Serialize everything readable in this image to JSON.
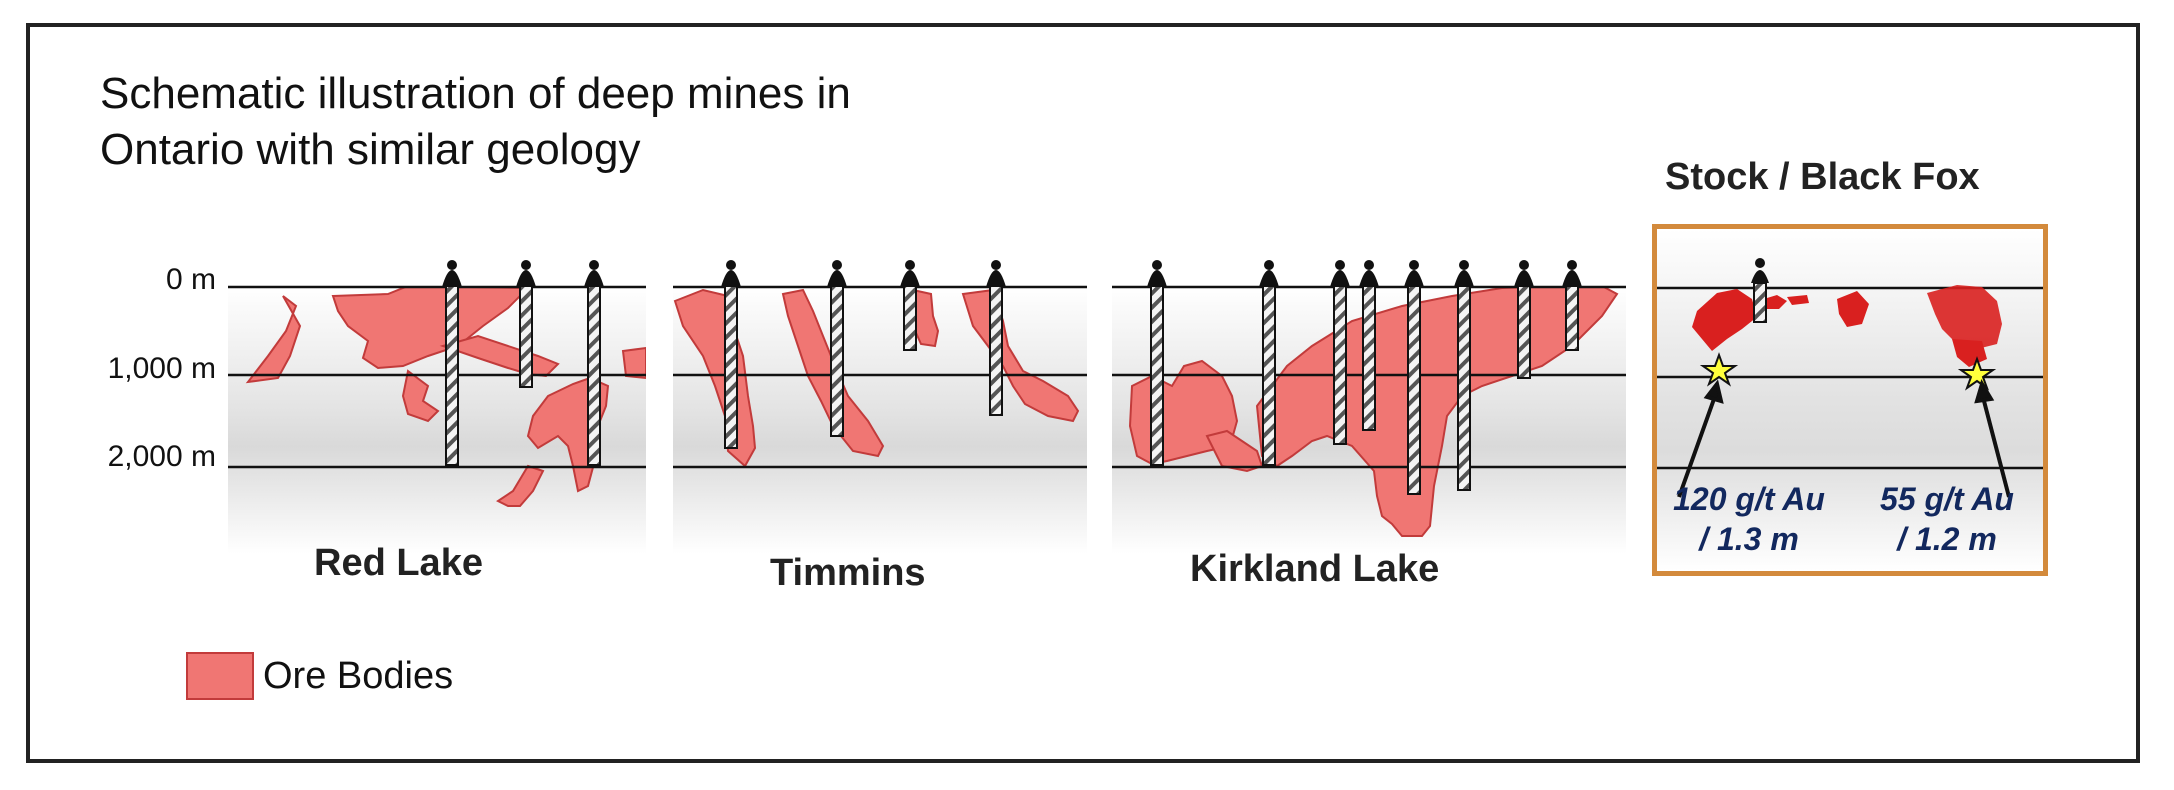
{
  "title_lines": [
    "Schematic illustration of deep mines in",
    "Ontario with similar geology"
  ],
  "depth_labels": [
    "0 m",
    "1,000 m",
    "2,000 m"
  ],
  "mines": [
    {
      "name": "Red Lake"
    },
    {
      "name": "Timmins"
    },
    {
      "name": "Kirkland Lake"
    }
  ],
  "stock": {
    "title": "Stock / Black Fox",
    "assays": [
      {
        "line1": "120 g/t Au",
        "line2": "/ 1.3 m"
      },
      {
        "line1": "55 g/t Au",
        "line2": "/ 1.2 m"
      }
    ]
  },
  "legend": {
    "label": "Ore Bodies",
    "color": "#f07673"
  },
  "colors": {
    "ore": "#f07673",
    "ore_edge": "#c23b3b",
    "stock_ore": "#d9201f",
    "frame": "#d38a3c",
    "assay": "#12285e",
    "star": "#ffff3c"
  }
}
